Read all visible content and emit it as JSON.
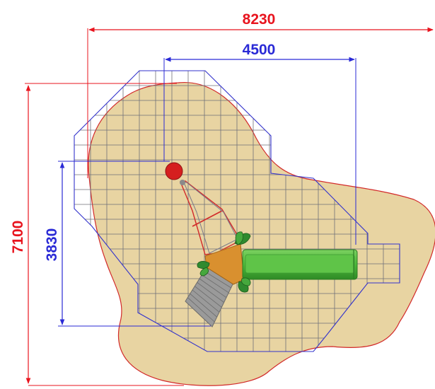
{
  "dimensions": {
    "overall_width": "8230",
    "inner_width": "4500",
    "overall_height": "7100",
    "inner_height": "3830"
  },
  "colors": {
    "safety_surface": "#e8d4a2",
    "surface_outline": "#d22a2a",
    "grid": "#6f6f78",
    "zone_outline": "#3333cc",
    "red_dimension": "#e8141e",
    "blue_dimension": "#2a2ad6",
    "slide_green": "#4cb83a",
    "platform_orange": "#d9902f",
    "steps_gray": "#9a9a9a",
    "leaf_green": "#2f8a2f",
    "ball_red": "#d51f1f"
  },
  "icons": [
    "rocker-ball-icon",
    "slide-icon",
    "steps-icon",
    "leaf-icon"
  ]
}
